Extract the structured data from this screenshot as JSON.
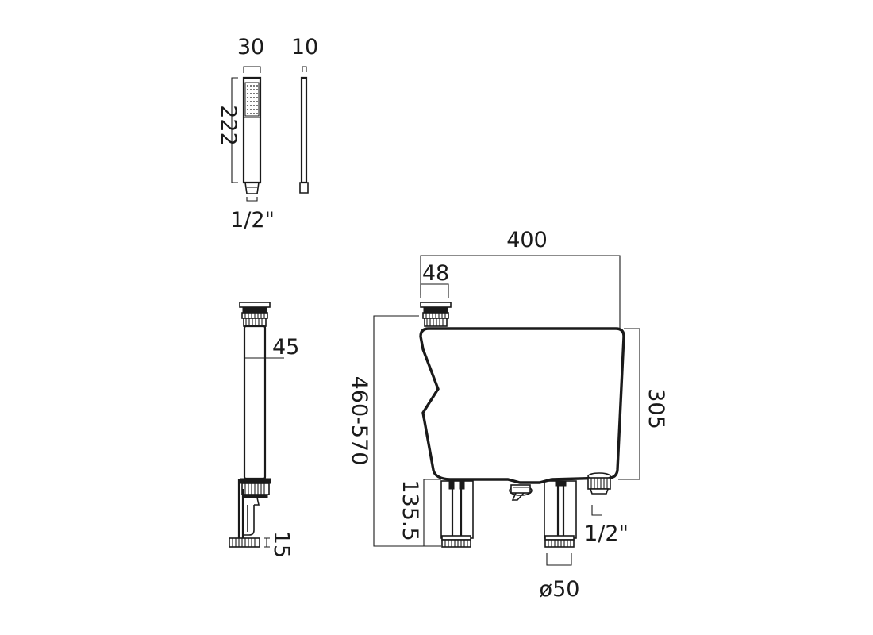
{
  "dimensions": {
    "handset_width": "30",
    "hose_width": "10",
    "handset_height": "222",
    "handset_thread": "1/2\"",
    "overall_width": "400",
    "spout_width": "48",
    "overall_height": "460-570",
    "body_height": "305",
    "side_diameter": "45",
    "leg_height": "135.5",
    "outlet_thread": "1/2\"",
    "leg_diameter": "ø50",
    "base_thickness": "15"
  },
  "colors": {
    "line": "#1a1a1a",
    "background": "#ffffff"
  }
}
